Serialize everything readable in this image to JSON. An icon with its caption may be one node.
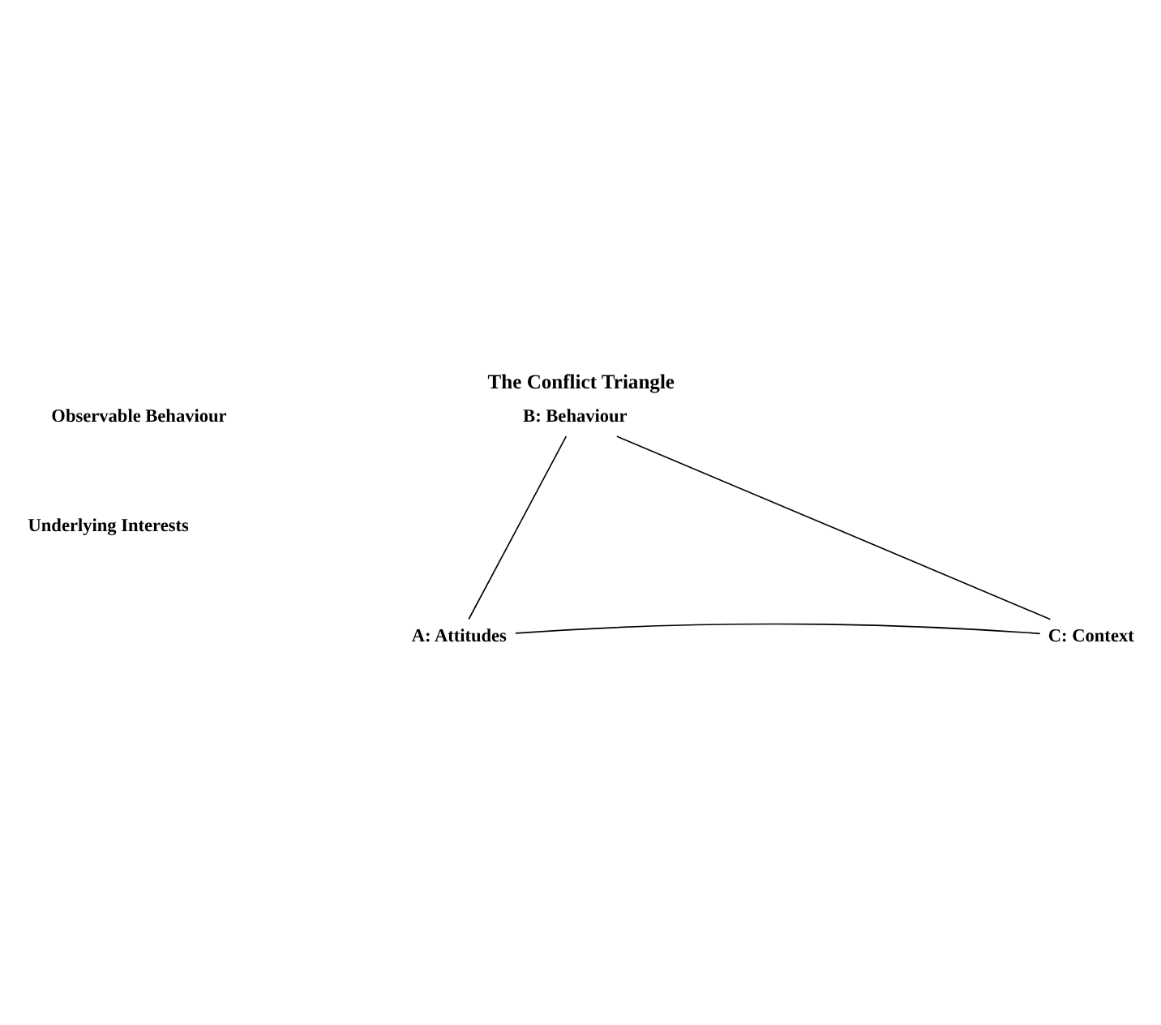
{
  "diagram": {
    "title": "The Conflict Triangle",
    "nodes": [
      {
        "text": [
          "B: Behaviour"
        ]
      },
      {
        "text": [
          "A: Attitudes"
        ]
      },
      {
        "text": [
          "C: Context"
        ]
      }
    ],
    "edges": [
      {
        "from": 0,
        "to": 1,
        "arrow": "none"
      },
      {
        "from": 0,
        "to": 2,
        "arrow": "none"
      },
      {
        "from": 1,
        "to": 2,
        "arrow": "none"
      }
    ],
    "labels": [
      "Observable Behaviour",
      "Underlying Interests"
    ]
  }
}
